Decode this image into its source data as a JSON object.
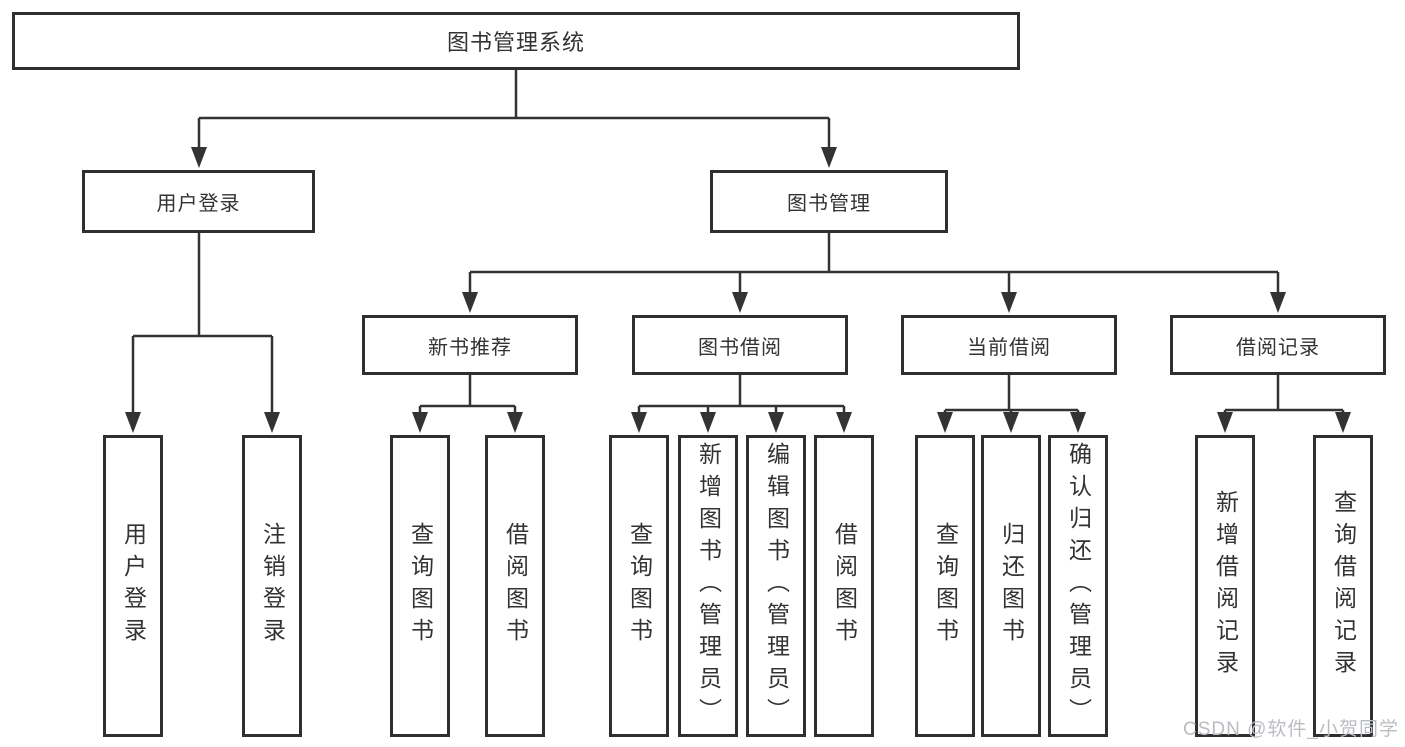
{
  "diagram": {
    "root": "图书管理系统",
    "level2": [
      {
        "label": "用户登录",
        "children": [
          {
            "label": "用户登录"
          },
          {
            "label": "注销登录"
          }
        ]
      },
      {
        "label": "图书管理",
        "groups": [
          {
            "label": "新书推荐",
            "children": [
              {
                "label": "查询图书"
              },
              {
                "label": "借阅图书"
              }
            ]
          },
          {
            "label": "图书借阅",
            "children": [
              {
                "label": "查询图书"
              },
              {
                "label": "新增图书（管理员）"
              },
              {
                "label": "编辑图书（管理员）"
              },
              {
                "label": "借阅图书"
              }
            ]
          },
          {
            "label": "当前借阅",
            "children": [
              {
                "label": "查询图书"
              },
              {
                "label": "归还图书"
              },
              {
                "label": "确认归还（管理员）"
              }
            ]
          },
          {
            "label": "借阅记录",
            "children": [
              {
                "label": "新增借阅记录"
              },
              {
                "label": "查询借阅记录"
              }
            ]
          }
        ]
      }
    ]
  },
  "watermark": "CSDN @软件_小贺同学",
  "colors": {
    "line": "#333333",
    "box_border": "#2f2f2f",
    "text": "#333333",
    "watermark": "#b9bdc2",
    "background": "#ffffff"
  }
}
